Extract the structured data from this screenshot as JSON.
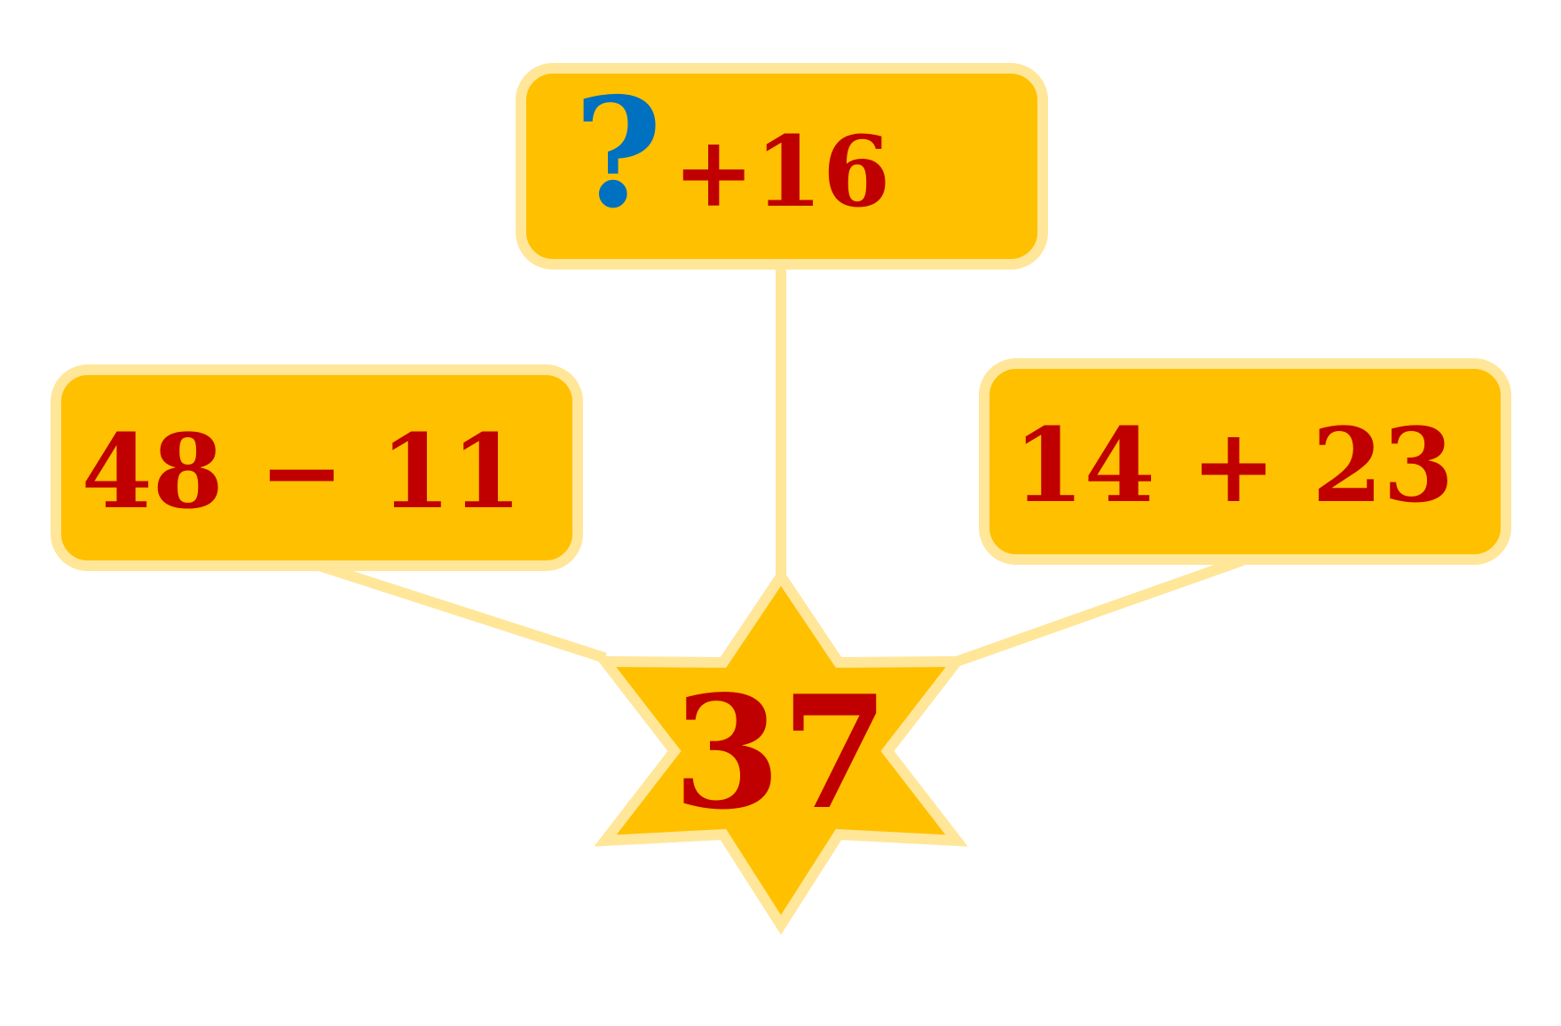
{
  "diagram": {
    "center_value": "37",
    "top_box": {
      "unknown": "?",
      "operation": "+16"
    },
    "left_box": {
      "expression": "48 − 11"
    },
    "right_box": {
      "expression": "14 + 23"
    }
  },
  "colors": {
    "box_fill": "#FFC000",
    "box_stroke": "#FFE699",
    "connector": "#FFE699",
    "number_text": "#C00000",
    "unknown_text": "#0070C0",
    "background": "#FFFFFF"
  }
}
